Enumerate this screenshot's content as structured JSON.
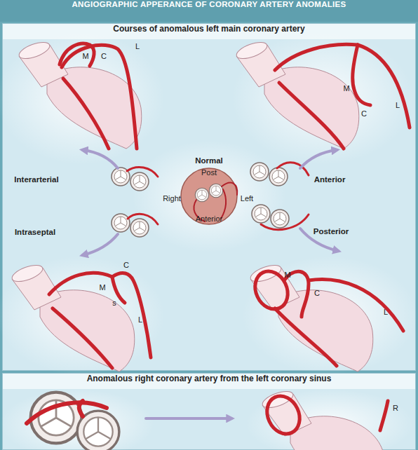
{
  "diagram": {
    "title": "ANGIOGRAPHIC APPERANCE OF CORONARY ARTERY ANOMALIES",
    "nodes": [
      {
        "text": [
          "Courses of anomalous left main coronary artery"
        ]
      },
      {
        "text": [
          "Anomalous right coronary artery from the left coronary sinus"
        ]
      }
    ],
    "labels": [
      "M",
      "C",
      "L",
      "M",
      "C",
      "L",
      "Normal",
      "Post",
      "Interarterial",
      "Anterior",
      "Right",
      "Left",
      "Anterior",
      "Intraseptal",
      "Posterior",
      "C",
      "M",
      "s",
      "L",
      "M",
      "C",
      "L",
      "R"
    ]
  }
}
